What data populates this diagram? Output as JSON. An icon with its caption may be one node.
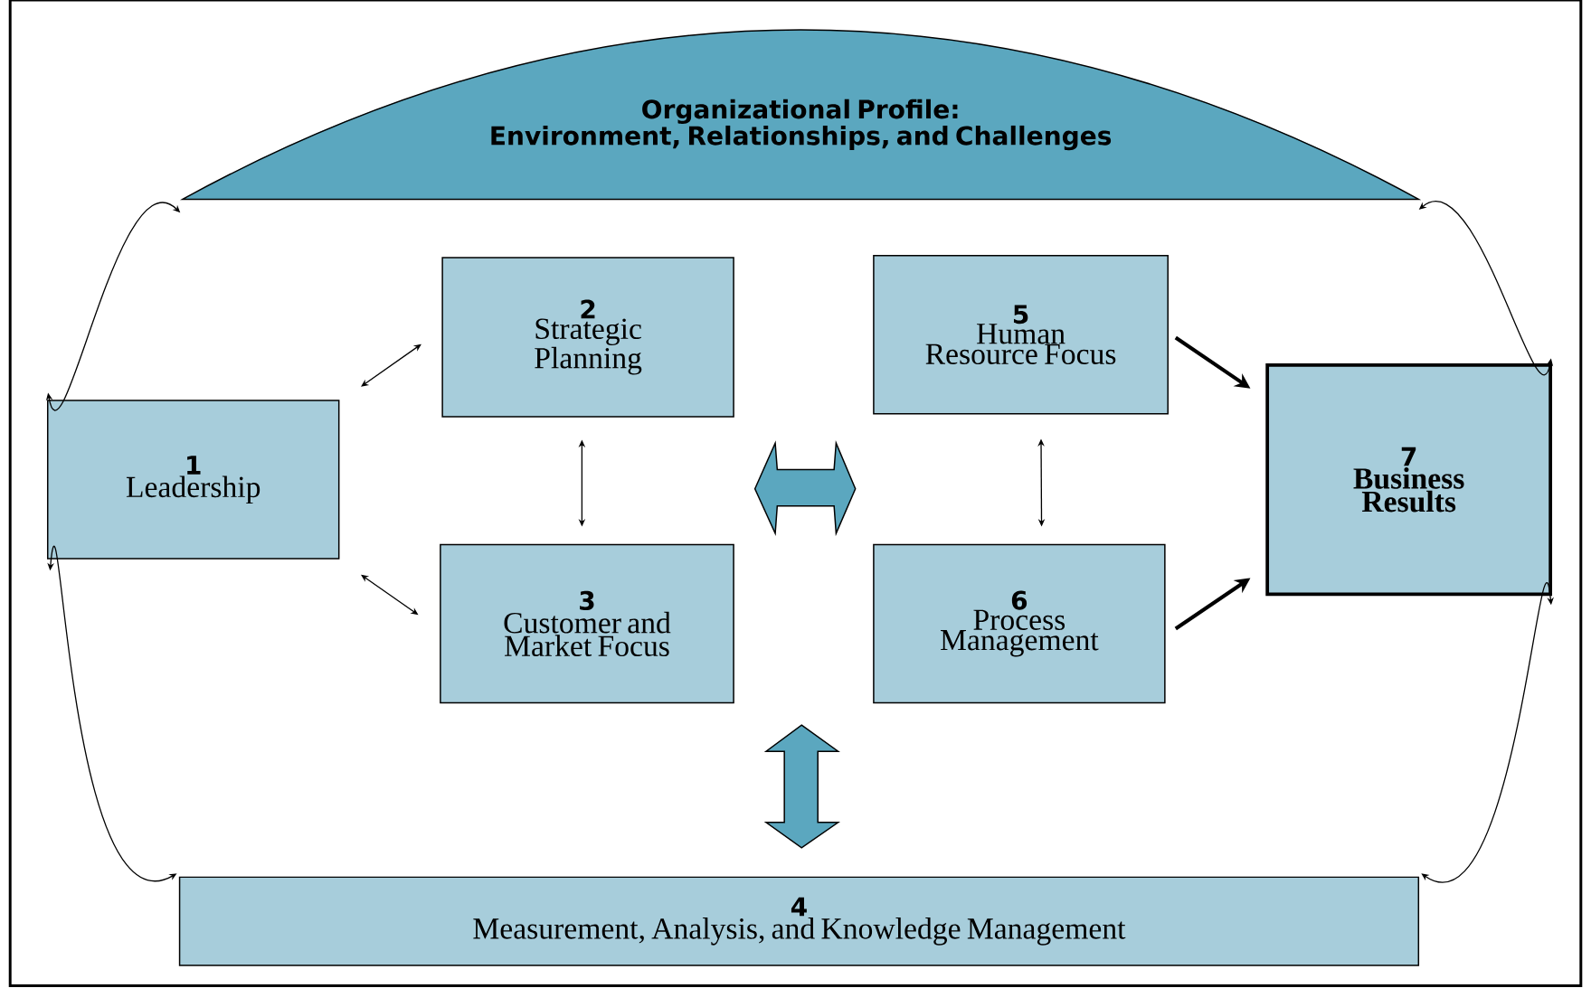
{
  "diagram": {
    "nodes": [
      {
        "text": [
          "Organizational Profile:",
          "Environment, Relationships, and Challenges"
        ]
      },
      {
        "text": [
          "1",
          "Leadership"
        ]
      },
      {
        "text": [
          "2",
          "Strategic Planning"
        ]
      },
      {
        "text": [
          "3",
          "Customer and Market Focus"
        ]
      },
      {
        "text": [
          "5",
          "Human Resource Focus"
        ]
      },
      {
        "text": [
          "6",
          "Process Management"
        ]
      },
      {
        "text": [
          "7",
          "Business Results"
        ]
      },
      {
        "text": [
          "4",
          "Measurement, Analysis, and Knowledge Management"
        ]
      }
    ],
    "edges": [
      {
        "from": 1,
        "to": 0,
        "arrow": "both"
      },
      {
        "from": 0,
        "to": 6,
        "arrow": "both"
      },
      {
        "from": 1,
        "to": 7,
        "arrow": "both"
      },
      {
        "from": 7,
        "to": 6,
        "arrow": "both"
      },
      {
        "from": 1,
        "to": 2,
        "arrow": "both"
      },
      {
        "from": 1,
        "to": 3,
        "arrow": "both"
      },
      {
        "from": 2,
        "to": 3,
        "arrow": "both"
      },
      {
        "from": 4,
        "to": 5,
        "arrow": "both"
      },
      {
        "from": 4,
        "to": 6,
        "arrow": "to",
        "style": "thick"
      },
      {
        "from": 5,
        "to": 6,
        "arrow": "to",
        "style": "thick"
      }
    ]
  }
}
